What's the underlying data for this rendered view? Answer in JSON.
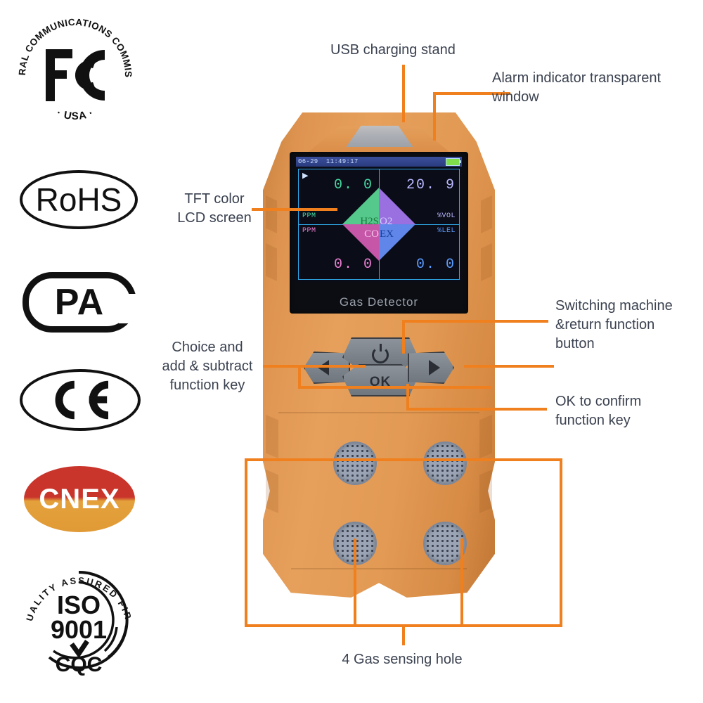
{
  "page": {
    "product_name": "Gas Detector",
    "accent_color": "#F07F1E",
    "body_color": "#E09450",
    "text_color": "#3b4250"
  },
  "certifications": [
    {
      "id": "fcc",
      "name": "FCC",
      "arc_top": "FEDERAL COMMUNICATIONS COMMISSION",
      "arc_bottom": "· USA ·",
      "mark": "FC"
    },
    {
      "id": "rohs",
      "name": "RoHS",
      "mark": "RoHS"
    },
    {
      "id": "pa",
      "name": "PA",
      "mark": "PA"
    },
    {
      "id": "ce",
      "name": "CE",
      "mark": "CE"
    },
    {
      "id": "cnex",
      "name": "CNEX",
      "mark": "CNEX"
    },
    {
      "id": "iso",
      "name": "ISO 9001",
      "arc_top": "QUALITY ASSURED FIRM",
      "line1": "ISO",
      "line2": "9001",
      "mark": "CQC"
    }
  ],
  "callouts": {
    "usb_stand": "USB charging stand",
    "alarm_window": "Alarm indicator transparent\nwindow",
    "lcd_screen": "TFT color\nLCD screen",
    "arrow_keys": "Choice and\nadd & subtract\nfunction key",
    "power_button": "Switching machine\n&return function\nbutton",
    "ok_button": "OK to confirm\nfunction key",
    "sensing_holes": "4 Gas sensing hole"
  },
  "device": {
    "brand_text": "Gas Detector",
    "keys": {
      "left_label": "left-arrow",
      "right_label": "right-arrow",
      "power_label": "power",
      "ok_label": "OK"
    },
    "screen": {
      "status": {
        "date": "06-29",
        "time": "11:49:17",
        "battery": "battery-icon"
      },
      "cursor": "▶",
      "readouts": [
        {
          "gas": "H2S",
          "value": "0. 0",
          "unit": "PPM",
          "color": "#45d7a0"
        },
        {
          "gas": "O2",
          "value": "20. 9",
          "unit": "%VOL",
          "color": "#b9b9ff"
        },
        {
          "gas": "CO",
          "value": "0. 0",
          "unit": "PPM",
          "color": "#e87fd0"
        },
        {
          "gas": "EX",
          "value": "0. 0",
          "unit": "%LEL",
          "color": "#5b9cff"
        }
      ],
      "diamond_labels": {
        "tl": "H2S",
        "tr": "O2",
        "bl": "CO",
        "br": "EX"
      }
    }
  }
}
